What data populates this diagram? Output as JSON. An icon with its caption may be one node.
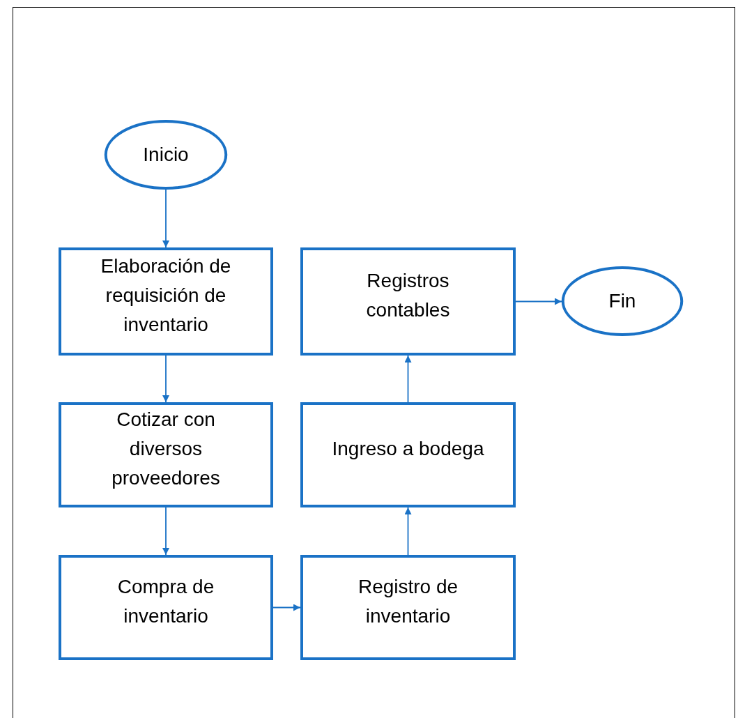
{
  "diagram": {
    "nodes": [
      {
        "text": [
          "Inicio"
        ]
      },
      {
        "text": [
          "Elaboración de requisición de inventario"
        ]
      },
      {
        "text": [
          "Cotizar con diversos proveedores"
        ]
      },
      {
        "text": [
          "Compra de inventario"
        ]
      },
      {
        "text": [
          "Registro de inventario"
        ]
      },
      {
        "text": [
          "Ingreso a bodega"
        ]
      },
      {
        "text": [
          "Registros contables"
        ]
      },
      {
        "text": [
          "Fin"
        ]
      }
    ],
    "edges": [
      {
        "from": 0,
        "to": 1,
        "arrow": "to"
      },
      {
        "from": 1,
        "to": 2,
        "arrow": "to"
      },
      {
        "from": 2,
        "to": 3,
        "arrow": "to"
      },
      {
        "from": 3,
        "to": 4,
        "arrow": "to"
      },
      {
        "from": 4,
        "to": 5,
        "arrow": "to"
      },
      {
        "from": 5,
        "to": 6,
        "arrow": "to"
      },
      {
        "from": 6,
        "to": 7,
        "arrow": "to"
      }
    ]
  }
}
